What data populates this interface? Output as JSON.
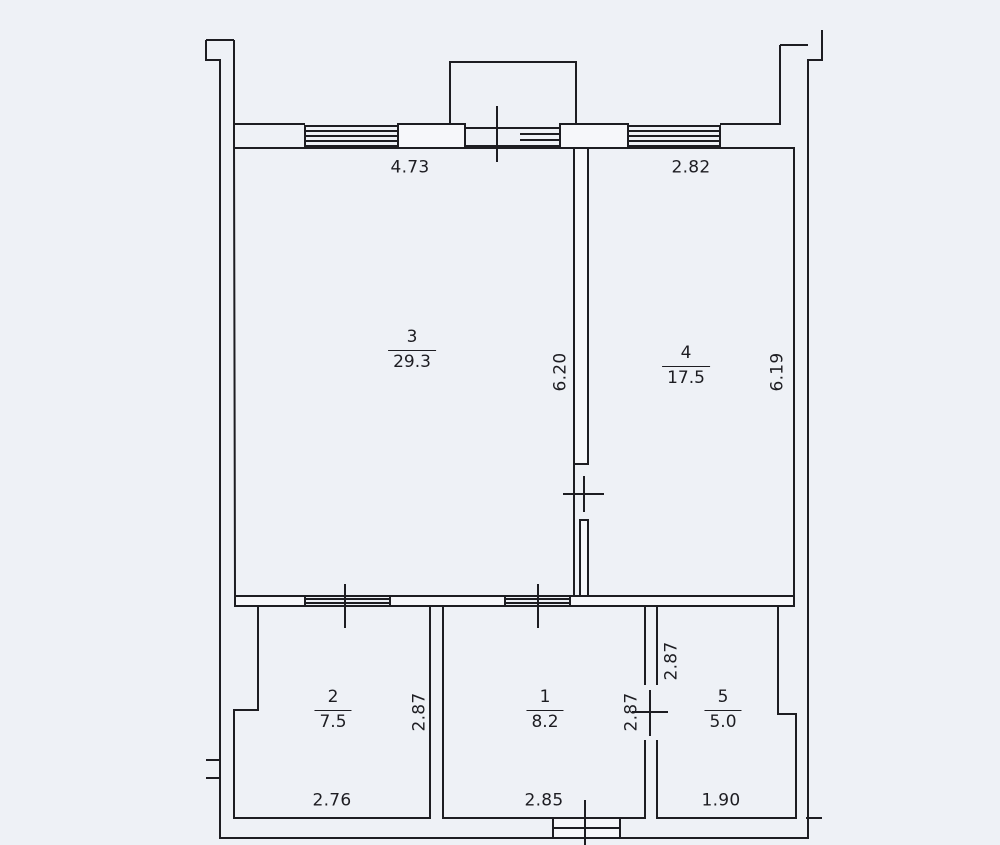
{
  "rooms": [
    {
      "number": "3",
      "area": "29.3"
    },
    {
      "number": "4",
      "area": "17.5"
    },
    {
      "number": "2",
      "area": "7.5"
    },
    {
      "number": "1",
      "area": "8.2"
    },
    {
      "number": "5",
      "area": "5.0"
    }
  ],
  "dimensions": {
    "room3_width": "4.73",
    "room4_width": "2.82",
    "room3_length": "6.20",
    "room4_length": "6.19",
    "room2_width": "2.76",
    "room2_length": "2.87",
    "room1_width": "2.85",
    "room1_length": "2.87",
    "room5_width": "1.90",
    "room5_length": "2.87"
  },
  "colors": {
    "ink": "#1d1d22",
    "paper": "#eef1f6",
    "wall_fill": "#f6f7fa"
  }
}
